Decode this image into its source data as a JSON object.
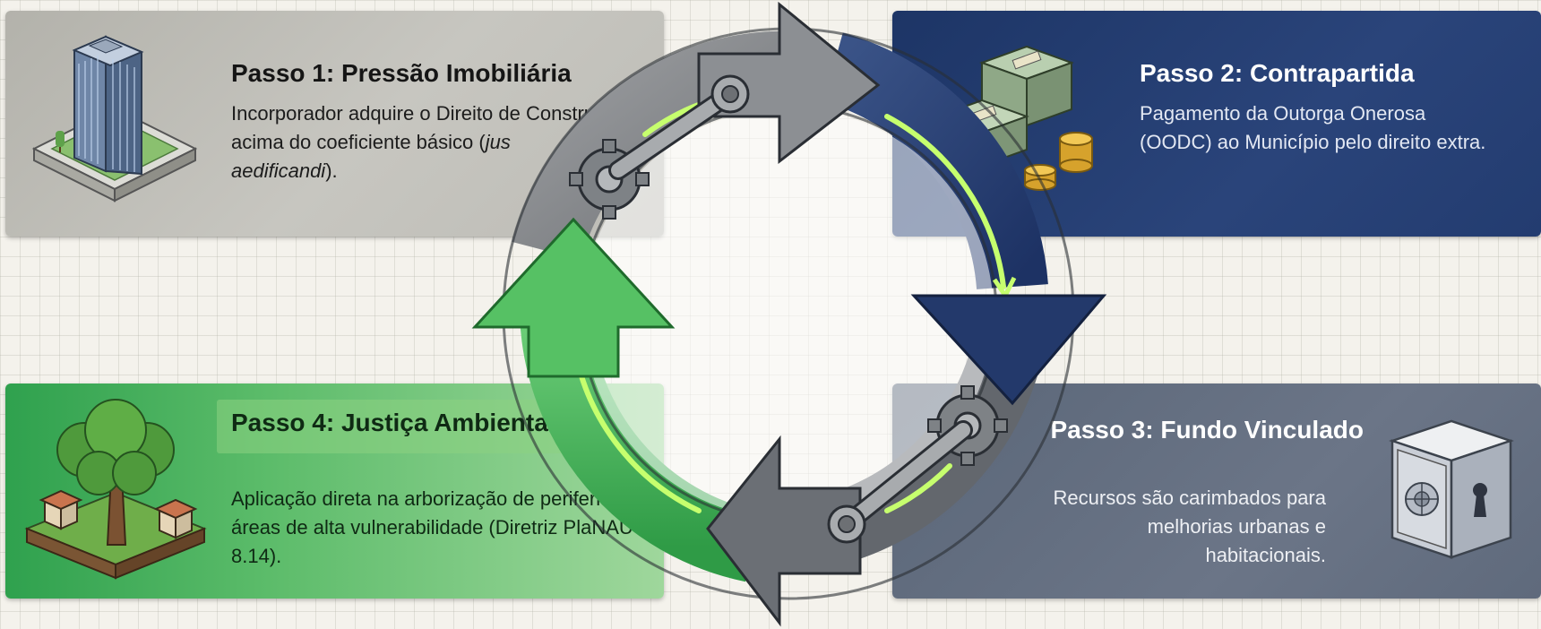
{
  "steps": [
    {
      "title": "Passo 1: Pressão Imobiliária",
      "body_before_italic": "Incorporador adquire o Direito de Construir acima do coeficiente básico (",
      "body_italic": "jus aedificandi",
      "body_after_italic": ").",
      "icon": "building-icon"
    },
    {
      "title": "Passo 2: Contrapartida",
      "body": "Pagamento da Outorga Onerosa (OODC) ao Município pelo direito extra.",
      "icon": "money-stack-icon"
    },
    {
      "title": "Passo 3: Fundo Vinculado",
      "body": "Recursos são carimbados para melhorias urbanas e habitacionais.",
      "icon": "safe-icon"
    },
    {
      "title": "Passo 4: Justiça Ambiental",
      "body": "Aplicação direta na arborização de periferias e áreas de alta vulnerabilidade (Diretriz PlaNAU 8.14).",
      "icon": "tree-houses-icon"
    }
  ],
  "cycle": {
    "direction": "clockwise",
    "icons": [
      "gear-icon",
      "gear-icon",
      "link-rod-icon",
      "link-rod-icon"
    ]
  },
  "colors": {
    "step1": "#b8b7b0",
    "step2": "#1f3868",
    "step3": "#616c7e",
    "step4": "#3fae58",
    "glow": "#b8ff6a"
  }
}
